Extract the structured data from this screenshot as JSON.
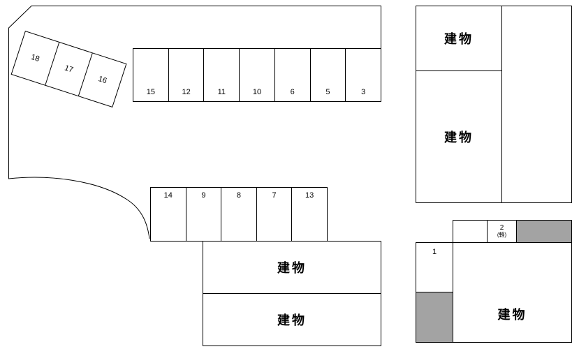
{
  "left_parcel": {
    "angled_row": {
      "slots": [
        "18",
        "17",
        "16"
      ]
    },
    "top_row": {
      "slots": [
        "15",
        "12",
        "11",
        "10",
        "6",
        "5",
        "3"
      ]
    },
    "mid_row": {
      "slots": [
        "14",
        "9",
        "8",
        "7",
        "13"
      ]
    },
    "building_upper": "建物",
    "building_lower": "建物"
  },
  "right_top": {
    "building_upper": "建物",
    "building_lower": "建物"
  },
  "right_bottom": {
    "slot_1": "1",
    "slot_2": "2",
    "slot_2_note": "(軽)",
    "building": "建物"
  },
  "colors": {
    "line": "#000000",
    "shaded": "#a3a3a3",
    "background": "#ffffff"
  }
}
